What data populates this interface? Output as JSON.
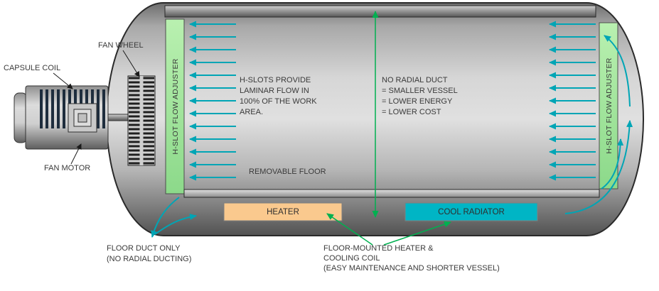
{
  "colors": {
    "flow_arrow_teal": "#00A5B5",
    "accent_green": "#00B050",
    "adjuster_green": "#A9EBA2",
    "heater_fill": "#FAC98E",
    "radiator_fill": "#00B5C5",
    "vessel_gray": "#C9C9C9"
  },
  "machine": {
    "capsule_coil_label": "CAPSULE COIL",
    "fan_wheel_label": "FAN WHEEL",
    "fan_motor_label": "FAN MOTOR"
  },
  "vessel": {
    "left_adjuster_label": "H-SLOT FLOW ADJUSTER",
    "right_adjuster_label": "H-SLOT FLOW ADJUSTER",
    "laminar_note_lines": [
      "H-SLOTS PROVIDE",
      "LAMINAR FLOW IN",
      "100% OF THE WORK",
      "AREA."
    ],
    "no_radial_note_lines": [
      "NO RADIAL DUCT",
      "= SMALLER VESSEL",
      "= LOWER ENERGY",
      "= LOWER COST"
    ],
    "removable_floor_label": "REMOVABLE FLOOR",
    "heater_label": "HEATER",
    "radiator_label": "COOL RADIATOR"
  },
  "footnotes": {
    "floor_duct_lines": [
      "FLOOR DUCT ONLY",
      "(NO RADIAL DUCTING)"
    ],
    "floor_mounted_lines": [
      "FLOOR-MOUNTED HEATER &",
      "COOLING COIL",
      "(EASY MAINTENANCE AND SHORTER VESSEL)"
    ]
  }
}
